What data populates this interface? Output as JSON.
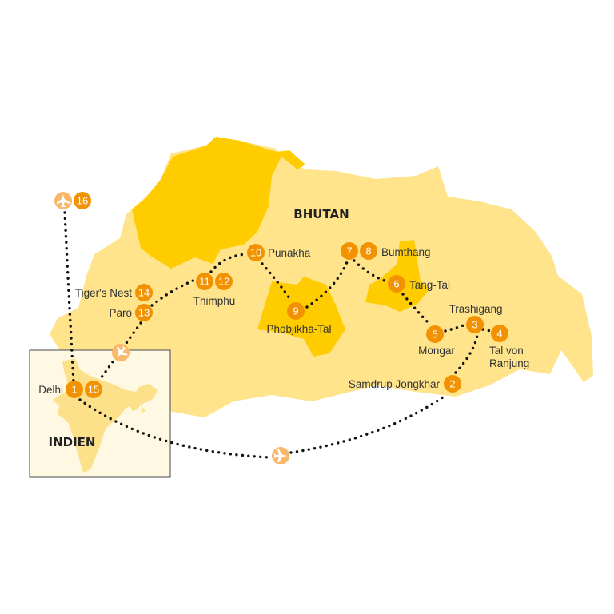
{
  "colors": {
    "land_light": "#FFE48C",
    "land_dark": "#FFCC00",
    "marker": "#F39200",
    "airport": "#F9B86A",
    "inset_bg": "#FFF9E3",
    "route": "#111111"
  },
  "countries": {
    "bhutan": "BHUTAN",
    "india": "INDIEN"
  },
  "stops": [
    {
      "num": "1",
      "label": "Delhi"
    },
    {
      "num": "2",
      "label": "Samdrup Jongkhar"
    },
    {
      "num": "3",
      "label": "Trashigang"
    },
    {
      "num": "4",
      "label": "Tal von",
      "label2": "Ranjung"
    },
    {
      "num": "5",
      "label": "Mongar"
    },
    {
      "num": "6",
      "label": "Tang-Tal"
    },
    {
      "num": "7",
      "label": "Bumthang"
    },
    {
      "num": "8"
    },
    {
      "num": "9",
      "label": "Phobjikha-Tal"
    },
    {
      "num": "10",
      "label": "Punakha"
    },
    {
      "num": "11",
      "label": "Thimphu"
    },
    {
      "num": "12"
    },
    {
      "num": "13",
      "label": "Paro"
    },
    {
      "num": "14",
      "label": "Tiger's Nest"
    },
    {
      "num": "15"
    },
    {
      "num": "16"
    }
  ],
  "icons": [
    "airplane-icon"
  ]
}
